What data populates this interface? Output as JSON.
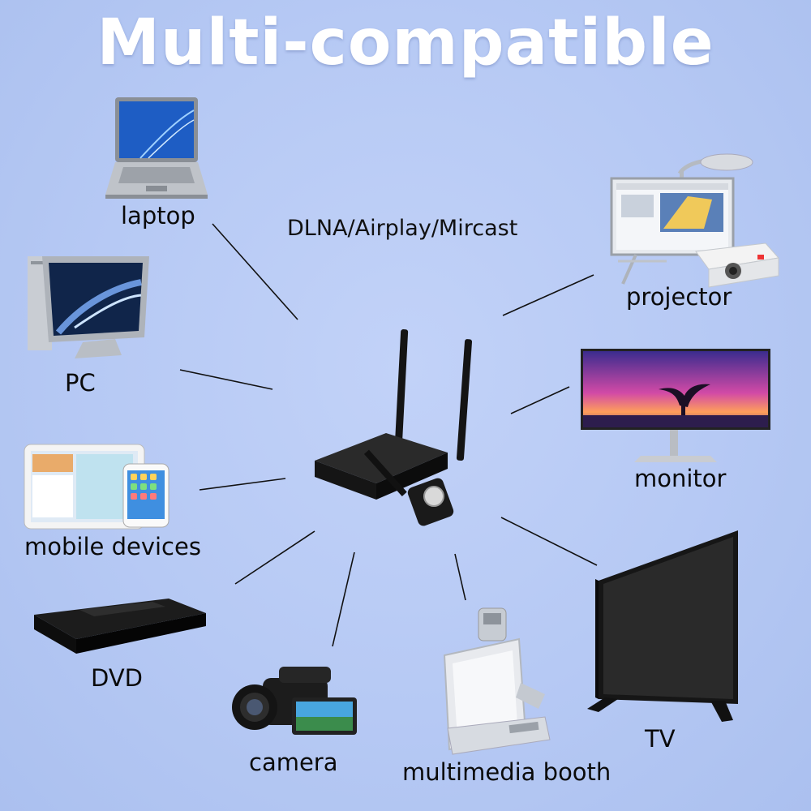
{
  "title": "Multi-compatible",
  "protocols": "DLNA/Airplay/Mircast",
  "devices": {
    "laptop": "laptop",
    "pc": "PC",
    "mobile": "mobile devices",
    "dvd": "DVD",
    "camera": "camera",
    "booth": "multimedia booth",
    "tv": "TV",
    "monitor": "monitor",
    "projector": "projector"
  }
}
